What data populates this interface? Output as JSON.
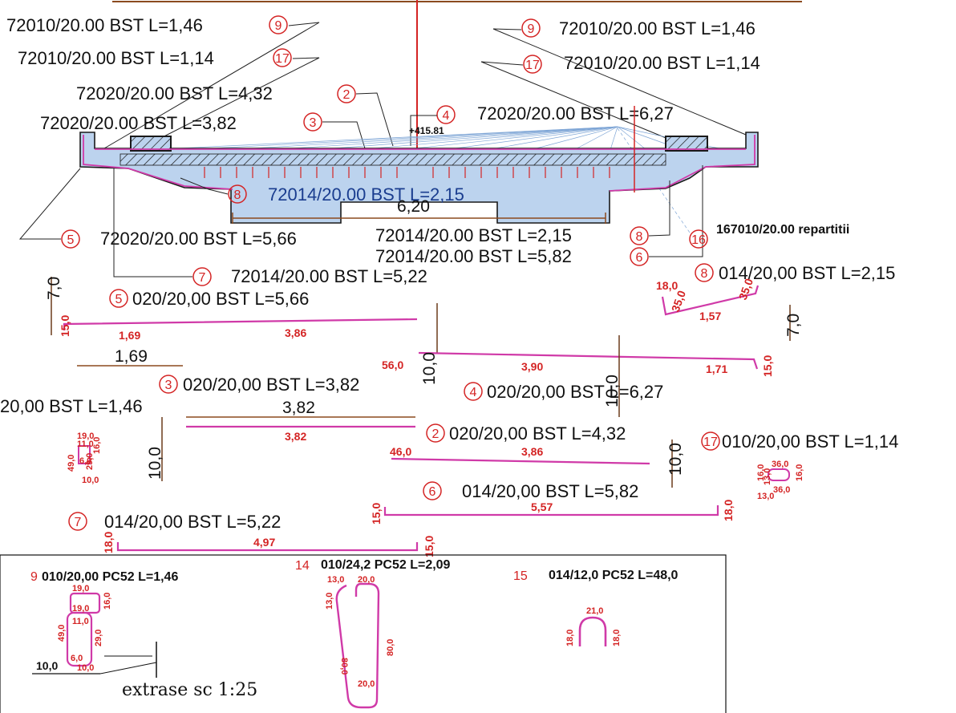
{
  "callouts": [
    {
      "text": "72010/20.00 BST L=1,46",
      "mark": "9"
    },
    {
      "text": "72010/20.00 BST L=1,14",
      "mark": "17"
    },
    {
      "text": "72020/20.00 BST L=4,32",
      "mark": "2"
    },
    {
      "text": "72020/20.00 BST L=3,82",
      "mark": "3"
    },
    {
      "text": "72010/20.00 BST L=1,46",
      "mark": "9"
    },
    {
      "text": "72010/20.00 BST L=1,14",
      "mark": "17"
    },
    {
      "text": "72020/20.00 BST L=6,27",
      "mark": "4"
    },
    {
      "text": "72014/20.00 BST L=2,15",
      "mark": "8"
    },
    {
      "text": "72020/20.00 BST L=5,66",
      "mark": "5"
    },
    {
      "text": "72014/20.00 BST L=2,15",
      "mark": "8"
    },
    {
      "text": "72014/20.00 BST L=5,82",
      "mark": "6"
    },
    {
      "text": "72014/20.00 BST L=5,22",
      "mark": "7"
    },
    {
      "text": "167010/20.00 repartitii",
      "mark": "16"
    }
  ],
  "section": {
    "elevation": "+415.81",
    "width_dim": "6,20"
  },
  "bars": [
    {
      "mark": "8",
      "title": "014/20,00 BST L=2,15",
      "dims": [
        "18,0",
        "35,0",
        "35,0",
        "1,57",
        "7,0"
      ]
    },
    {
      "mark": "5",
      "title": "020/20,00 BST L=5,66",
      "dims": [
        "7,0",
        "15,0",
        "1,69",
        "3,86",
        "1,69"
      ]
    },
    {
      "mark": "4",
      "title": "020/20,00 BST L=6,27",
      "dims": [
        "56,0",
        "10,0",
        "3,90",
        "1,71",
        "15,0",
        "10,0",
        "10,0"
      ]
    },
    {
      "mark": "3",
      "title": "020/20,00 BST L=3,82",
      "dims": [
        "3,82",
        "3,82"
      ]
    },
    {
      "mark": "",
      "title": "20,00 BST L=1,46",
      "dims": [
        "19,0",
        "11,0",
        "16,0",
        "49,0",
        "29,0",
        "10,0",
        "6,0",
        "10,0"
      ]
    },
    {
      "mark": "2",
      "title": "020/20,00 BST L=4,32",
      "dims": [
        "46,0",
        "3,86",
        "10,0"
      ]
    },
    {
      "mark": "17",
      "title": "010/20,00 BST L=1,14",
      "dims": [
        "16,0",
        "36,0",
        "13,0",
        "36,0",
        "16,0",
        "13,0"
      ]
    },
    {
      "mark": "6",
      "title": "014/20,00 BST L=5,82",
      "dims": [
        "15,0",
        "5,57",
        "18,0"
      ]
    },
    {
      "mark": "7",
      "title": "014/20,00 BST L=5,22",
      "dims": [
        "18,0",
        "4,97",
        "15,0"
      ]
    }
  ],
  "extract_box": {
    "items": [
      {
        "mark": "9",
        "title": "010/20,00 PC52 L=1,46",
        "dims": [
          "19,0",
          "16,0",
          "19,0",
          "11,0",
          "49,0",
          "29,0",
          "6,0",
          "10,0",
          "10,0"
        ]
      },
      {
        "mark": "14",
        "title": "010/24,2 PC52 L=2,09",
        "dims": [
          "13,0",
          "20,0",
          "13,0",
          "80,0",
          "80,0",
          "20,0"
        ]
      },
      {
        "mark": "15",
        "title": "014/12,0 PC52 L=48,0",
        "dims": [
          "21,0",
          "18,0",
          "18,0"
        ]
      }
    ],
    "scale_note": "extrase sc 1:25"
  }
}
